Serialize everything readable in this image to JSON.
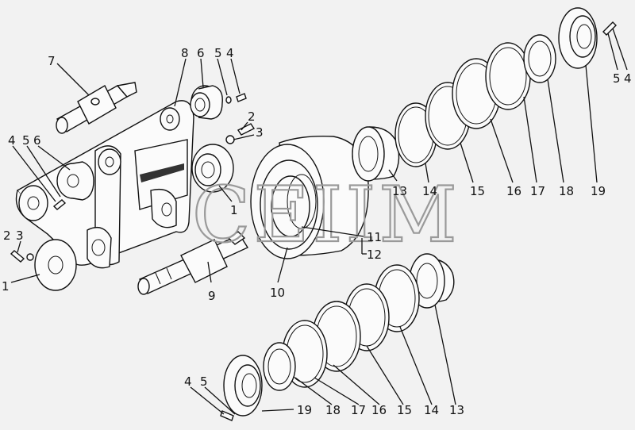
{
  "watermark": "CEIIM",
  "callouts": [
    {
      "id": "c7",
      "text": "7"
    },
    {
      "id": "c8",
      "text": "8"
    },
    {
      "id": "c6a",
      "text": "6"
    },
    {
      "id": "c5a",
      "text": "5"
    },
    {
      "id": "c4a",
      "text": "4"
    },
    {
      "id": "c4b",
      "text": "4"
    },
    {
      "id": "c5b",
      "text": "5"
    },
    {
      "id": "c6b",
      "text": "6"
    },
    {
      "id": "c2a",
      "text": "2"
    },
    {
      "id": "c3a",
      "text": "3"
    },
    {
      "id": "c1a",
      "text": "1"
    },
    {
      "id": "c2b",
      "text": "2"
    },
    {
      "id": "c3b",
      "text": "3"
    },
    {
      "id": "c1b",
      "text": "1"
    },
    {
      "id": "c9",
      "text": "9"
    },
    {
      "id": "c10",
      "text": "10"
    },
    {
      "id": "c11",
      "text": "11"
    },
    {
      "id": "c12",
      "text": "12"
    },
    {
      "id": "c13a",
      "text": "13"
    },
    {
      "id": "c14a",
      "text": "14"
    },
    {
      "id": "c15a",
      "text": "15"
    },
    {
      "id": "c16a",
      "text": "16"
    },
    {
      "id": "c17a",
      "text": "17"
    },
    {
      "id": "c18a",
      "text": "18"
    },
    {
      "id": "c19a",
      "text": "19"
    },
    {
      "id": "c5c",
      "text": "5"
    },
    {
      "id": "c4c",
      "text": "4"
    },
    {
      "id": "c4d",
      "text": "4"
    },
    {
      "id": "c5d",
      "text": "5"
    },
    {
      "id": "c19b",
      "text": "19"
    },
    {
      "id": "c18b",
      "text": "18"
    },
    {
      "id": "c17b",
      "text": "17"
    },
    {
      "id": "c16b",
      "text": "16"
    },
    {
      "id": "c15b",
      "text": "15"
    },
    {
      "id": "c14b",
      "text": "14"
    },
    {
      "id": "c13b",
      "text": "13"
    }
  ]
}
